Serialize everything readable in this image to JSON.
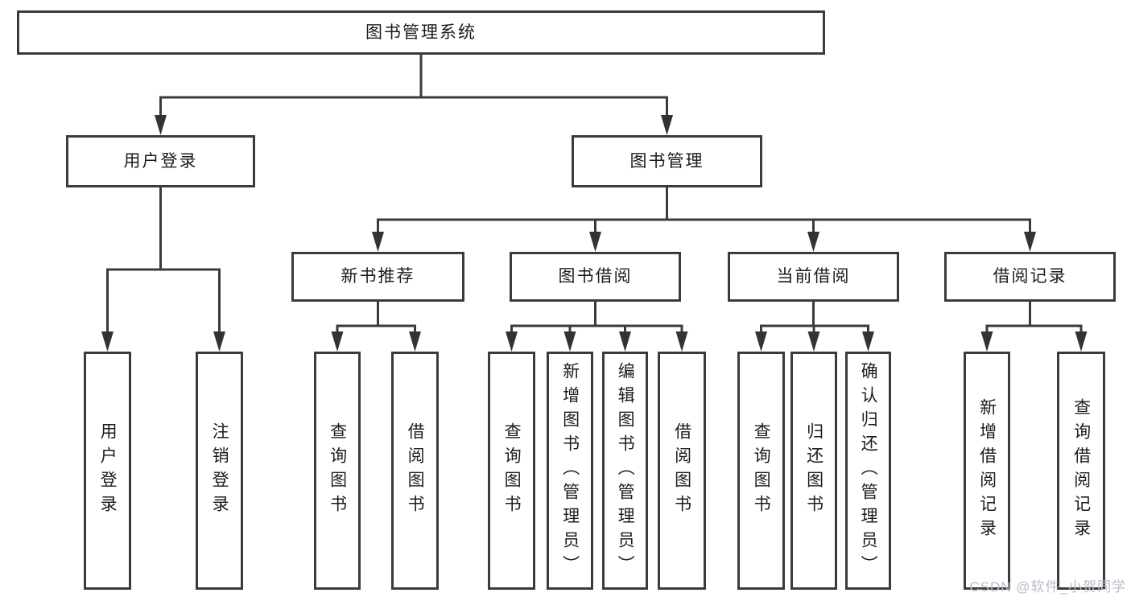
{
  "tree": {
    "root": "图书管理系统",
    "children": [
      {
        "label": "用户登录",
        "children": [
          "用户登录",
          "注销登录"
        ]
      },
      {
        "label": "图书管理",
        "children": [
          {
            "label": "新书推荐",
            "children": [
              "查询图书",
              "借阅图书"
            ]
          },
          {
            "label": "图书借阅",
            "children": [
              "查询图书",
              "新增图书（管理员）",
              "编辑图书（管理员）",
              "借阅图书"
            ]
          },
          {
            "label": "当前借阅",
            "children": [
              "查询图书",
              "归还图书",
              "确认归还（管理员）"
            ]
          },
          {
            "label": "借阅记录",
            "children": [
              "新增借阅记录",
              "查询借阅记录"
            ]
          }
        ]
      }
    ]
  },
  "watermark": {
    "text": "CSDN @软件_小贺同学"
  },
  "colors": {
    "line": "#3b3b3b",
    "box_border": "#3b3b3b",
    "text": "#1c1c1c",
    "watermark": "#b9bec6",
    "background": "#ffffff"
  }
}
